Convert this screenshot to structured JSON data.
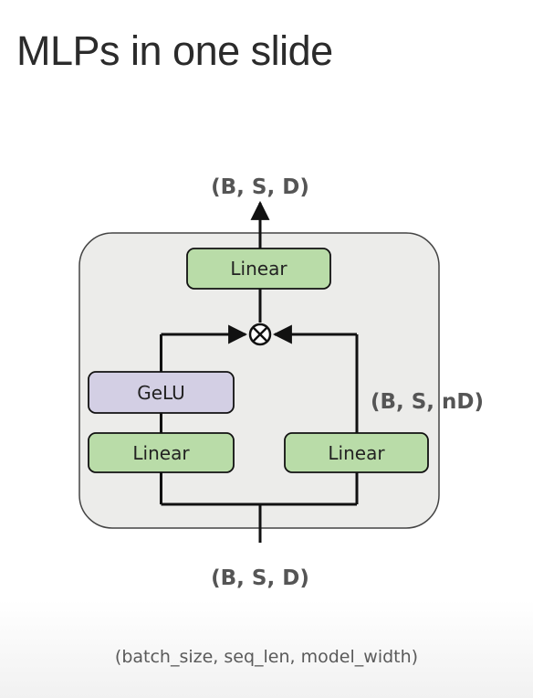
{
  "slide": {
    "title": "MLPs in one slide",
    "caption": "(batch_size, seq_len, model_width)"
  },
  "diagram": {
    "output_shape": "(B, S, D)",
    "input_shape": "(B, S, D)",
    "hidden_shape": "(B, S, nD)",
    "blocks": {
      "top_linear": "Linear",
      "gelu": "GeLU",
      "left_linear": "Linear",
      "right_linear": "Linear"
    },
    "colors": {
      "container_fill": "#ececea",
      "container_stroke": "#444444",
      "linear_fill": "#b9dca8",
      "gelu_fill": "#d3cfe4",
      "line": "#111111",
      "shape_label": "#555555"
    }
  }
}
